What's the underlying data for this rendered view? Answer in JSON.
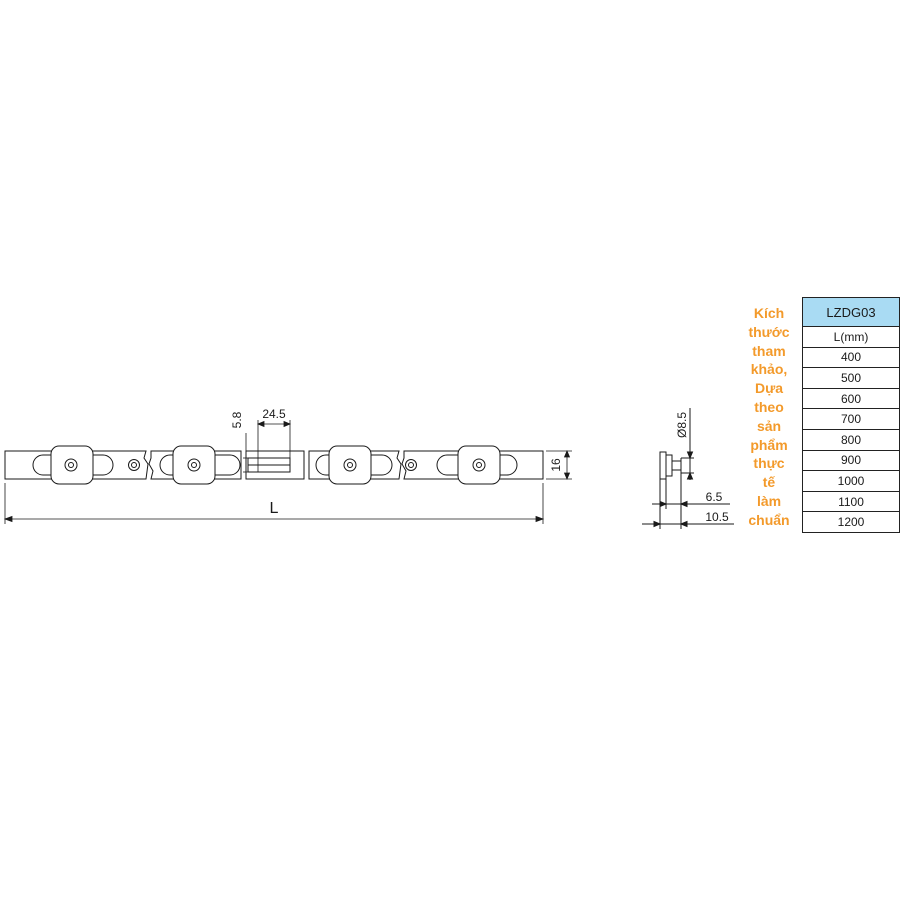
{
  "drawing": {
    "dim_hole_offset": "5.8",
    "dim_slot_width": "24.5",
    "dim_height": "16",
    "dim_length": "L",
    "dim_diameter": "Ø8.5",
    "dim_depth_1": "6.5",
    "dim_depth_2": "10.5"
  },
  "note": {
    "lines": [
      "Kích",
      "thước",
      "tham",
      "khảo,",
      "Dựa",
      "theo",
      "sản",
      "phẩm",
      "thực",
      "tế",
      "làm",
      "chuẩn"
    ],
    "color": "#f39a2b"
  },
  "table": {
    "model": "LZDG03",
    "header": "L(mm)",
    "rows": [
      "400",
      "500",
      "600",
      "700",
      "800",
      "900",
      "1000",
      "1100",
      "1200"
    ],
    "header_color": "#a9dbf3"
  }
}
